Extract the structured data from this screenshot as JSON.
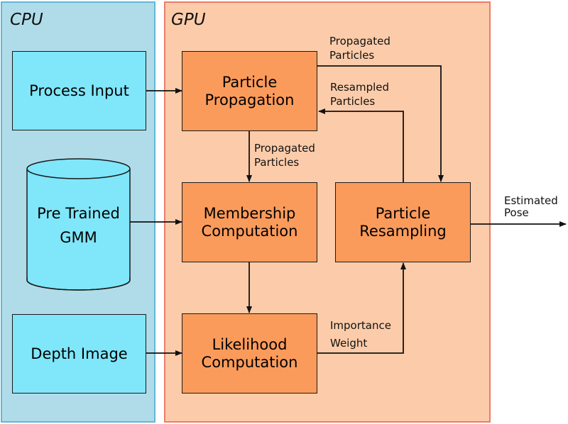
{
  "panels": {
    "cpu": {
      "title": "CPU"
    },
    "gpu": {
      "title": "GPU"
    }
  },
  "cpu_nodes": {
    "process_input": "Process Input",
    "gmm_line1": "Pre Trained",
    "gmm_line2": "GMM",
    "depth_image": "Depth Image"
  },
  "gpu_nodes": {
    "propagation": {
      "line1": "Particle",
      "line2": "Propagation"
    },
    "membership": {
      "line1": "Membership",
      "line2": "Computation"
    },
    "likelihood": {
      "line1": "Likelihood",
      "line2": "Computation"
    },
    "resampling": {
      "line1": "Particle",
      "line2": "Resampling"
    }
  },
  "edge_labels": {
    "propagated_top": {
      "line1": "Propagated",
      "line2": "Particles"
    },
    "resampled": {
      "line1": "Resampled",
      "line2": "Particles"
    },
    "propagated_mid": {
      "line1": "Propagated",
      "line2": "Particles"
    },
    "importance": {
      "line1": "Importance",
      "line2": "Weight"
    },
    "output": {
      "line1": "Estimated",
      "line2": "Pose"
    }
  },
  "colors": {
    "cpu_panel": "#b0dcea",
    "cpu_panel_border": "#5fb8d6",
    "gpu_panel": "#fcccaa",
    "gpu_panel_border": "#ec7d6a",
    "cpu_box": "#80e6fa",
    "gpu_box": "#fb9b5b"
  }
}
